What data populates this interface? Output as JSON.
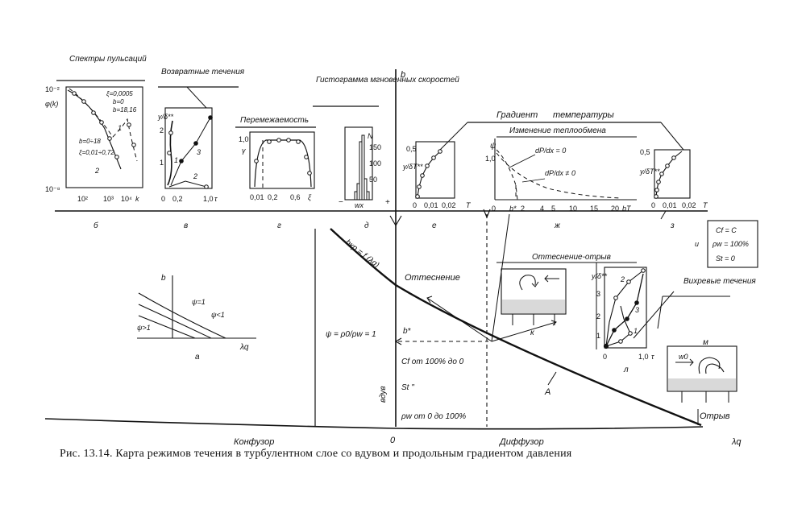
{
  "caption": "Рис. 13.14. Карта режимов течения в турбулентном слое со вдувом и продольным градиентом давления",
  "axes": {
    "b": "b",
    "lambda": "λq",
    "zero": "0",
    "konfuzor": "Конфузор",
    "diffuzor": "Диффузор",
    "vduv": "вдув"
  },
  "main": {
    "critical_curve": "bкр = f (λq)",
    "ottesnenie": "Оттеснение",
    "b_star": "b*",
    "psi_formula": "ψ = ρ0/ρw = 1",
    "cf_line": "Cf  от 100% до 0",
    "st_line": "St        \"",
    "rho_line": "ρw  от 0 до 100%",
    "label_A": "A",
    "otryv": "Отрыв"
  },
  "conditions": {
    "line1": "Cf = C",
    "and": "и",
    "line2": "ρw = 100%",
    "line3": "St = 0"
  },
  "headers": {
    "spectra": "Спектры пульсаций",
    "reverse": "Возвратные течения",
    "intermittency": "Перемежаемость",
    "histogram": "Гистограмма мгновенных скоростей",
    "gradient": "Градиент",
    "temperature": "температуры",
    "heat_exchange": "Изменение теплообмена",
    "ottesnenie_otryv": "Оттеснение-отрыв",
    "vortex": "Вихревые течения"
  },
  "panel_labels": [
    "а",
    "б",
    "в",
    "г",
    "д",
    "е",
    "ж",
    "з",
    "к",
    "л",
    "м"
  ],
  "panel_b": {
    "ylabel": "φ(k)",
    "ytop": "10⁻²",
    "ybot": "10⁻⁸",
    "xticks": [
      "10²",
      "10³",
      "10⁴"
    ],
    "xlabel": "k",
    "legend": [
      "ξ=0,0005",
      "b=0",
      "b=18,16"
    ],
    "annot1": "b=0÷18",
    "annot2": "ξ=0,01÷0,72",
    "curve1": "1",
    "curve2": "2"
  },
  "panel_v": {
    "ylabel": "y/δ**",
    "yticks": [
      "2",
      "1"
    ],
    "xticks": [
      "0",
      "0,2",
      "1,0"
    ],
    "xlabel": "τ",
    "curves": [
      "1",
      "2",
      "3"
    ]
  },
  "panel_g": {
    "ylabel": "γ",
    "yticks": [
      "1,0"
    ],
    "xticks": [
      "0,01",
      "0,2",
      "0,6"
    ],
    "xlabel": "ξ"
  },
  "panel_d": {
    "ylabel": "N",
    "yticks": [
      "150",
      "100",
      "50"
    ],
    "xlabel": "wx",
    "minus": "−",
    "plus": "+"
  },
  "panel_e": {
    "ylabel": "y/δT**",
    "ytick": "0,5",
    "xticks": [
      "0",
      "0,01",
      "0,02"
    ],
    "xlabel": "T"
  },
  "panel_zh": {
    "ylabel": "ψ",
    "ytick": "1,0",
    "xticks": [
      "0",
      "b*",
      "2",
      "4",
      "5",
      "10",
      "15",
      "20"
    ],
    "xlabel": "bT",
    "dp0": "dP/dx = 0",
    "dpne0": "dP/dx ≠ 0"
  },
  "panel_z": {
    "ylabel": "y/δT**",
    "ytick": "0,5",
    "xticks": [
      "0",
      "0,01",
      "0,02"
    ],
    "xlabel": "T"
  },
  "panel_a": {
    "ylabel": "b",
    "xlabel": "λq",
    "psi1": "ψ=1",
    "psi_lt1": "ψ<1",
    "psi_gt1": "ψ>1"
  },
  "panel_l": {
    "ylabel": "y/δ**",
    "yticks": [
      "3",
      "2",
      "1"
    ],
    "xticks": [
      "0",
      "1,0"
    ],
    "xlabel": "τ",
    "curves": [
      "2",
      "3",
      "1"
    ]
  },
  "panel_m": {
    "w0": "w0"
  },
  "chart_data": {
    "type": "line",
    "title": "Карта режимов течения",
    "xlabel": "λq",
    "ylabel": "b",
    "regions": [
      "Конфузор",
      "Диффузор"
    ],
    "series": [
      {
        "name": "bкр = f(λq)",
        "x": [
          -0.6,
          -0.3,
          0.0,
          0.3,
          0.6,
          0.9,
          1.2
        ],
        "y": [
          1.55,
          1.2,
          0.95,
          0.72,
          0.52,
          0.3,
          0.05
        ]
      }
    ]
  }
}
